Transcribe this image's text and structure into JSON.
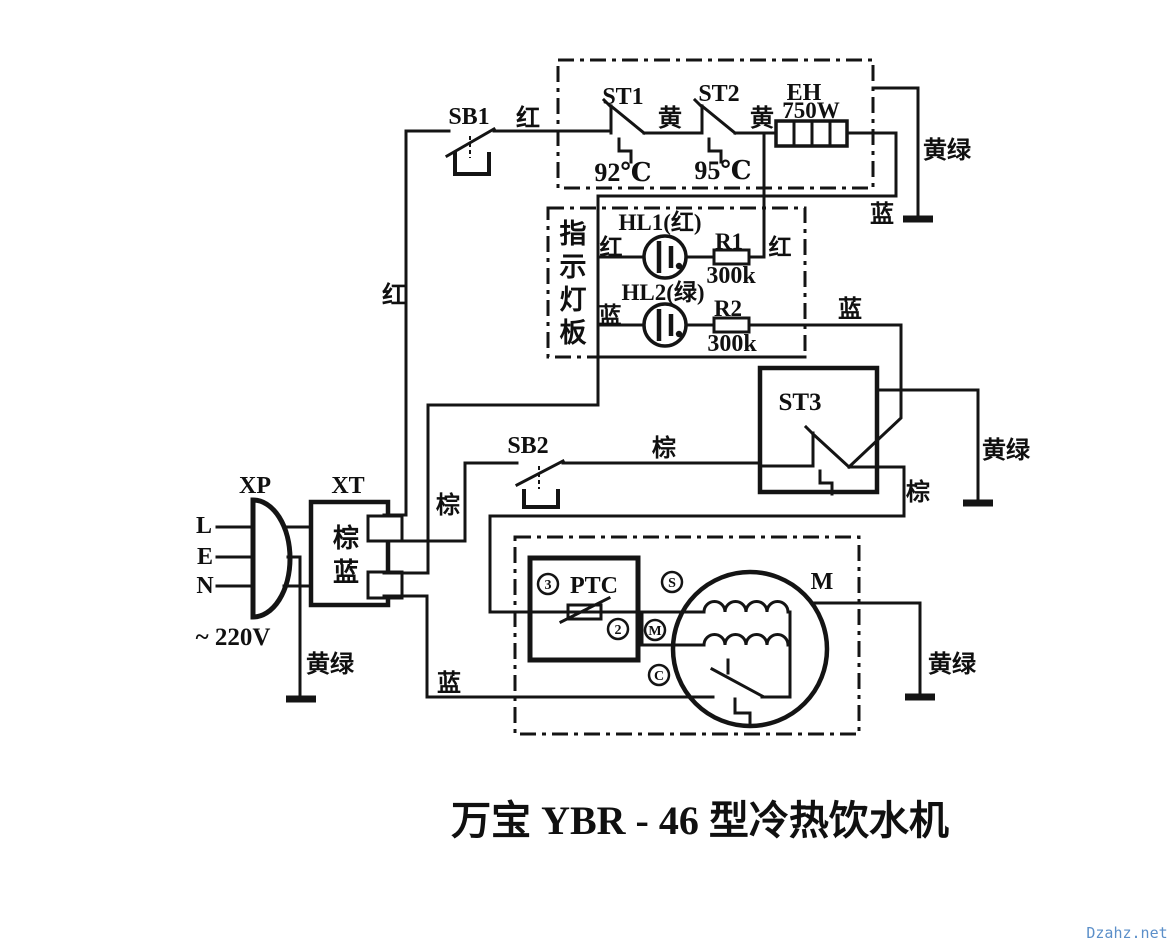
{
  "diagram": {
    "caption": "万宝 YBR - 46 型冷热饮水机",
    "watermark": "Dzahz.net",
    "components": {
      "sb1": "SB1",
      "sb2": "SB2",
      "st1": "ST1",
      "st1_temp": "92℃",
      "st2": "ST2",
      "st2_temp": "95℃",
      "st3": "ST3",
      "eh": "EH",
      "eh_power": "750W",
      "hl1": "HL1(红)",
      "r1": "R1",
      "r1_value": "300k",
      "hl2": "HL2(绿)",
      "r2": "R2",
      "r2_value": "300k",
      "xp": "XP",
      "xt": "XT",
      "line": "L",
      "earth": "E",
      "neutral": "N",
      "voltage": "~ 220V",
      "xt_row1": "棕",
      "xt_row2": "蓝",
      "ptc": "PTC",
      "motor": "M",
      "pin3": "3",
      "pin2": "2",
      "term_s": "S",
      "term_m": "M",
      "term_c": "C"
    },
    "wire_colors": {
      "red": "红",
      "yellow": "黄",
      "blue": "蓝",
      "brown": "棕",
      "yellow_green": "黄绿"
    },
    "indicator_board_chars": [
      "指",
      "示",
      "灯",
      "板"
    ]
  }
}
